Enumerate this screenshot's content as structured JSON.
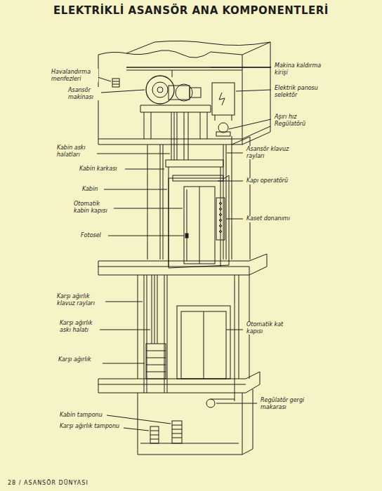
{
  "diagram": {
    "title": "ELEKTRİKLİ ASANSÖR ANA KOMPONENTLERİ",
    "labels": [
      "Havalandırma menfezleri",
      "Asansör makinası",
      "Kabin askı halatları",
      "Kabin karkası",
      "Kabin",
      "Otomatik kabin kapısı",
      "Fotosel",
      "Karşı ağırlık klavuz rayları",
      "Karşı ağırlık askı halatı",
      "Karşı ağırlık",
      "Kabin tamponu",
      "Karşı ağırlık tamponu",
      "Makina kaldırma kirişi",
      "Elektrik panosu selektör",
      "Aşırı hız Regülatörü",
      "Asansör klavuz rayları",
      "Kapı operatörü",
      "Kaset donanımı",
      "Otomatik kat kapısı",
      "Regülatör gergi makarası",
      "28 / ASANSÖR DÜNYASI"
    ]
  }
}
